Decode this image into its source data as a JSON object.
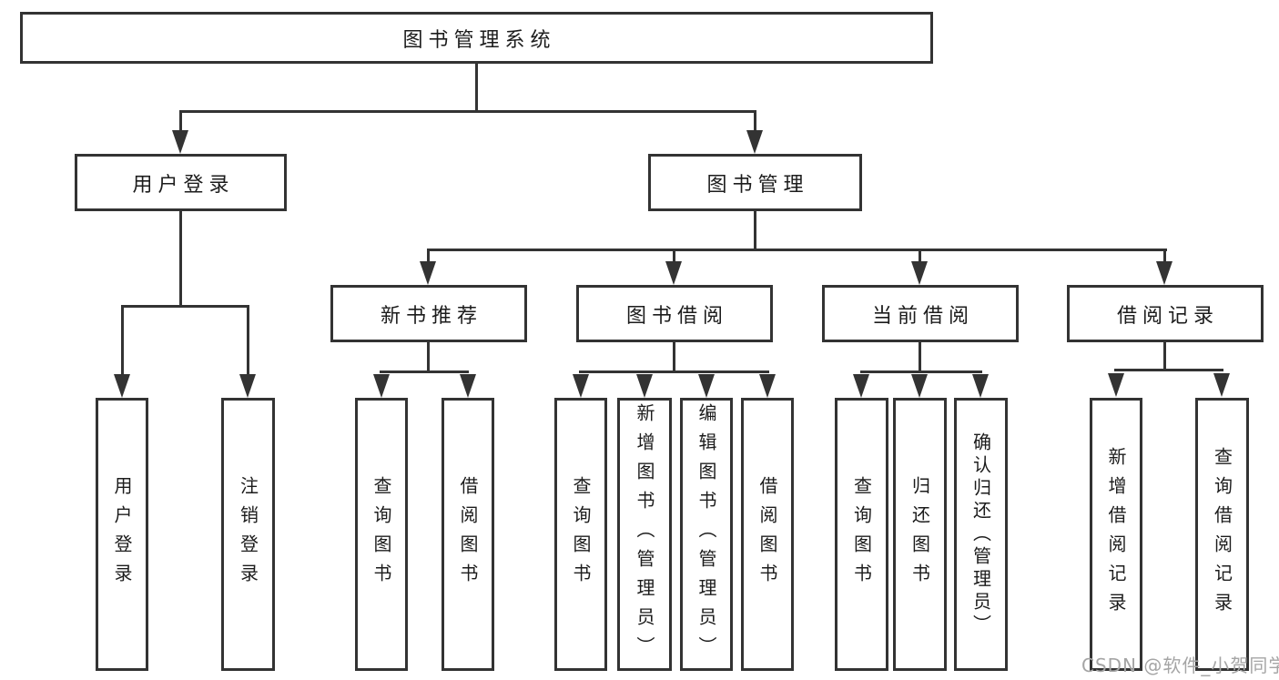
{
  "diagram_title": "图书管理系统",
  "tree": {
    "label": "图书管理系统",
    "children": [
      {
        "label": "用户登录",
        "children": [
          {
            "label": "用户登录"
          },
          {
            "label": "注销登录"
          }
        ]
      },
      {
        "label": "图书管理",
        "children": [
          {
            "label": "新书推荐",
            "children": [
              {
                "label": "查询图书"
              },
              {
                "label": "借阅图书"
              }
            ]
          },
          {
            "label": "图书借阅",
            "children": [
              {
                "label": "查询图书"
              },
              {
                "label": "新增图书（管理员）"
              },
              {
                "label": "编辑图书（管理员）"
              },
              {
                "label": "借阅图书"
              }
            ]
          },
          {
            "label": "当前借阅",
            "children": [
              {
                "label": "查询图书"
              },
              {
                "label": "归还图书"
              },
              {
                "label": "确认归还（管理员）"
              }
            ]
          },
          {
            "label": "借阅记录",
            "children": [
              {
                "label": "新增借阅记录"
              },
              {
                "label": "查询借阅记录"
              }
            ]
          }
        ]
      }
    ]
  },
  "watermark": {
    "text": "CSDN @软件_小贺同学"
  },
  "colors": {
    "line": "#333333",
    "text": "#1c1c1c",
    "background": "#ffffff",
    "watermark": "#a5a5a5"
  }
}
